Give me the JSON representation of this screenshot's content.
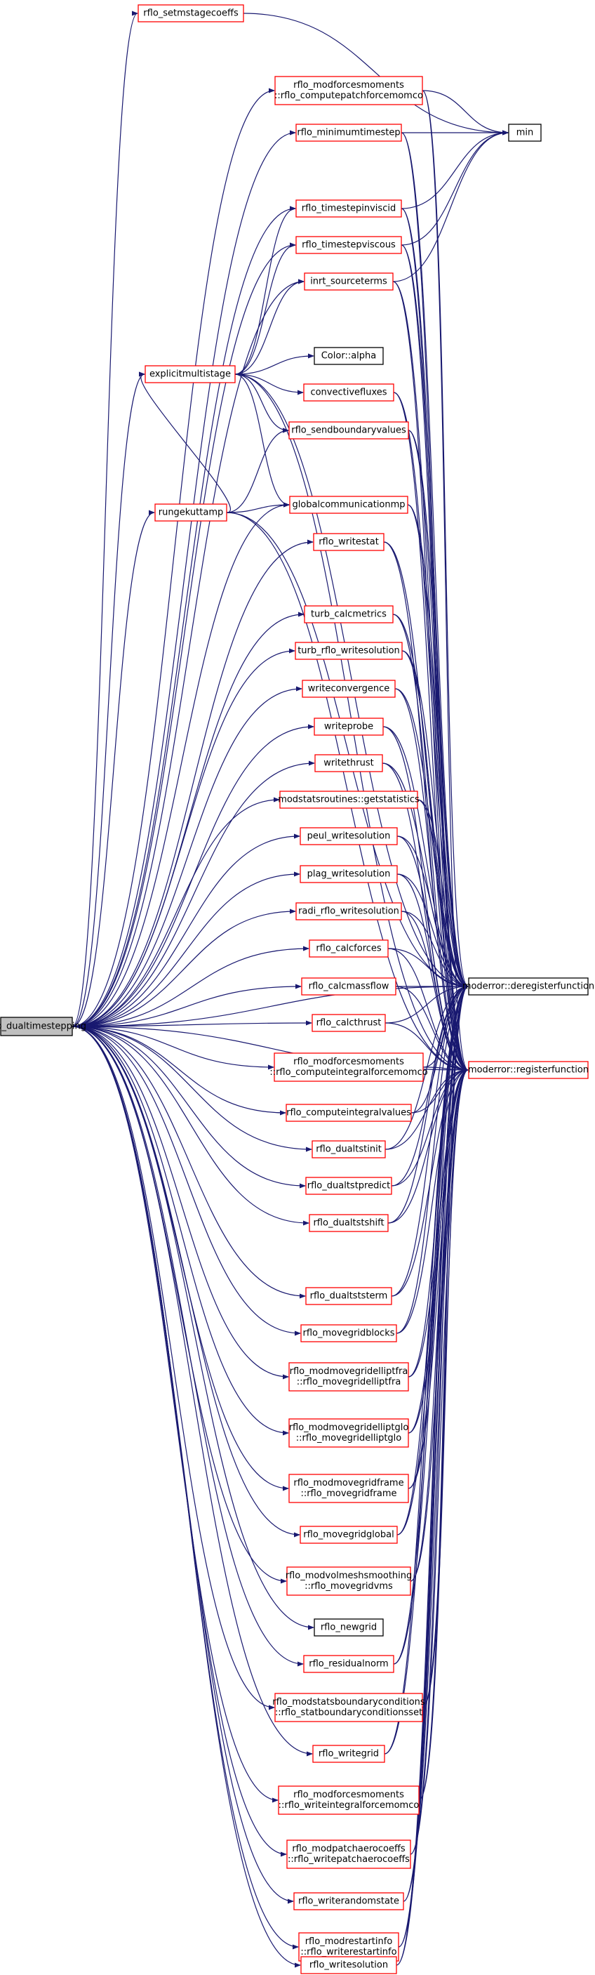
{
  "colors": {
    "edge": "#191970",
    "red_border": "#ff0000",
    "black_border": "#000000",
    "root_fill": "#bfbfbf",
    "background": "#ffffff"
  },
  "root": {
    "id": "root",
    "lines": [
      "rflo_dualtimestepping"
    ],
    "style": "root"
  },
  "nodes": [
    {
      "id": "setmstage",
      "lines": [
        "rflo_setmstagecoeffs"
      ],
      "style": "red"
    },
    {
      "id": "mfm_computepatch",
      "lines": [
        "rflo_modforcesmoments",
        "::rflo_computepatchforcemomco"
      ],
      "style": "red"
    },
    {
      "id": "minimumtimestep",
      "lines": [
        "rflo_minimumtimestep"
      ],
      "style": "red"
    },
    {
      "id": "min",
      "lines": [
        "min"
      ],
      "style": "black"
    },
    {
      "id": "timestepinviscid",
      "lines": [
        "rflo_timestepinviscid"
      ],
      "style": "red"
    },
    {
      "id": "timestepviscous",
      "lines": [
        "rflo_timestepviscous"
      ],
      "style": "red"
    },
    {
      "id": "inrt_sourceterms",
      "lines": [
        "inrt_sourceterms"
      ],
      "style": "red"
    },
    {
      "id": "explicitmultistage",
      "lines": [
        "explicitmultistage"
      ],
      "style": "red"
    },
    {
      "id": "coloralpha",
      "lines": [
        "Color::alpha"
      ],
      "style": "black"
    },
    {
      "id": "convectivefluxes",
      "lines": [
        "convectivefluxes"
      ],
      "style": "red"
    },
    {
      "id": "sendboundaryvalues",
      "lines": [
        "rflo_sendboundaryvalues"
      ],
      "style": "red"
    },
    {
      "id": "rungekuttamp",
      "lines": [
        "rungekuttamp"
      ],
      "style": "red"
    },
    {
      "id": "globalcommunicationmp",
      "lines": [
        "globalcommunicationmp"
      ],
      "style": "red"
    },
    {
      "id": "writestat",
      "lines": [
        "rflo_writestat"
      ],
      "style": "red"
    },
    {
      "id": "turb_calcmetrics",
      "lines": [
        "turb_calcmetrics"
      ],
      "style": "red"
    },
    {
      "id": "turb_rflo_writesolution",
      "lines": [
        "turb_rflo_writesolution"
      ],
      "style": "red"
    },
    {
      "id": "writeconvergence",
      "lines": [
        "writeconvergence"
      ],
      "style": "red"
    },
    {
      "id": "writeprobe",
      "lines": [
        "writeprobe"
      ],
      "style": "red"
    },
    {
      "id": "writethrust",
      "lines": [
        "writethrust"
      ],
      "style": "red"
    },
    {
      "id": "getstatistics",
      "lines": [
        "modstatsroutines::getstatistics"
      ],
      "style": "red"
    },
    {
      "id": "peul_writesolution",
      "lines": [
        "peul_writesolution"
      ],
      "style": "red"
    },
    {
      "id": "plag_writesolution",
      "lines": [
        "plag_writesolution"
      ],
      "style": "red"
    },
    {
      "id": "radi_rflo_writesolution",
      "lines": [
        "radi_rflo_writesolution"
      ],
      "style": "red"
    },
    {
      "id": "calcforces",
      "lines": [
        "rflo_calcforces"
      ],
      "style": "red"
    },
    {
      "id": "calcmassflow",
      "lines": [
        "rflo_calcmassflow"
      ],
      "style": "red"
    },
    {
      "id": "deregister",
      "lines": [
        "moderror::deregisterfunction"
      ],
      "style": "black"
    },
    {
      "id": "calcthrust",
      "lines": [
        "rflo_calcthrust"
      ],
      "style": "red"
    },
    {
      "id": "mfm_computeintegral",
      "lines": [
        "rflo_modforcesmoments",
        "::rflo_computeintegralforcemomco"
      ],
      "style": "red"
    },
    {
      "id": "register",
      "lines": [
        "moderror::registerfunction"
      ],
      "style": "red"
    },
    {
      "id": "computeintegralvalues",
      "lines": [
        "rflo_computeintegralvalues"
      ],
      "style": "red"
    },
    {
      "id": "dualtstinit",
      "lines": [
        "rflo_dualtstinit"
      ],
      "style": "red"
    },
    {
      "id": "dualtstpredict",
      "lines": [
        "rflo_dualtstpredict"
      ],
      "style": "red"
    },
    {
      "id": "dualtstshift",
      "lines": [
        "rflo_dualtstshift"
      ],
      "style": "red"
    },
    {
      "id": "dualtststerm",
      "lines": [
        "rflo_dualtststerm"
      ],
      "style": "red"
    },
    {
      "id": "movegridblocks",
      "lines": [
        "rflo_movegridblocks"
      ],
      "style": "red"
    },
    {
      "id": "mmg_elliptfra",
      "lines": [
        "rflo_modmovegridelliptfra",
        "::rflo_movegridelliptfra"
      ],
      "style": "red"
    },
    {
      "id": "mmg_elliptglo",
      "lines": [
        "rflo_modmovegridelliptglo",
        "::rflo_movegridelliptglo"
      ],
      "style": "red"
    },
    {
      "id": "mmg_frame",
      "lines": [
        "rflo_modmovegridframe",
        "::rflo_movegridframe"
      ],
      "style": "red"
    },
    {
      "id": "movegridglobal",
      "lines": [
        "rflo_movegridglobal"
      ],
      "style": "red"
    },
    {
      "id": "volmesh_smoothing",
      "lines": [
        "rflo_modvolmeshsmoothing",
        "::rflo_movegridvms"
      ],
      "style": "red"
    },
    {
      "id": "newgrid",
      "lines": [
        "rflo_newgrid"
      ],
      "style": "black"
    },
    {
      "id": "residualnorm",
      "lines": [
        "rflo_residualnorm"
      ],
      "style": "red"
    },
    {
      "id": "statboundary",
      "lines": [
        "rflo_modstatsboundaryconditions",
        "::rflo_statboundaryconditionsset"
      ],
      "style": "red"
    },
    {
      "id": "writegrid",
      "lines": [
        "rflo_writegrid"
      ],
      "style": "red"
    },
    {
      "id": "mfm_writeintegral",
      "lines": [
        "rflo_modforcesmoments",
        "::rflo_writeintegralforcemomco"
      ],
      "style": "red"
    },
    {
      "id": "patchaero",
      "lines": [
        "rflo_modpatchaerocoeffs",
        "::rflo_writepatchaerocoeffs"
      ],
      "style": "red"
    },
    {
      "id": "writerandomstate",
      "lines": [
        "rflo_writerandomstate"
      ],
      "style": "red"
    },
    {
      "id": "restartinfo",
      "lines": [
        "rflo_modrestartinfo",
        "::rflo_writerestartinfo"
      ],
      "style": "red"
    },
    {
      "id": "writesolution",
      "lines": [
        "rflo_writesolution"
      ],
      "style": "red"
    }
  ],
  "edges": [
    [
      "root",
      "setmstage"
    ],
    [
      "root",
      "mfm_computepatch"
    ],
    [
      "root",
      "minimumtimestep"
    ],
    [
      "root",
      "timestepinviscid"
    ],
    [
      "root",
      "timestepviscous"
    ],
    [
      "root",
      "inrt_sourceterms"
    ],
    [
      "root",
      "explicitmultistage"
    ],
    [
      "root",
      "rungekuttamp"
    ],
    [
      "root",
      "globalcommunicationmp"
    ],
    [
      "root",
      "writestat"
    ],
    [
      "root",
      "turb_calcmetrics"
    ],
    [
      "root",
      "turb_rflo_writesolution"
    ],
    [
      "root",
      "writeconvergence"
    ],
    [
      "root",
      "writeprobe"
    ],
    [
      "root",
      "writethrust"
    ],
    [
      "root",
      "getstatistics"
    ],
    [
      "root",
      "peul_writesolution"
    ],
    [
      "root",
      "plag_writesolution"
    ],
    [
      "root",
      "radi_rflo_writesolution"
    ],
    [
      "root",
      "calcforces"
    ],
    [
      "root",
      "calcmassflow"
    ],
    [
      "root",
      "deregister"
    ],
    [
      "root",
      "calcthrust"
    ],
    [
      "root",
      "mfm_computeintegral"
    ],
    [
      "root",
      "register"
    ],
    [
      "root",
      "computeintegralvalues"
    ],
    [
      "root",
      "dualtstinit"
    ],
    [
      "root",
      "dualtstpredict"
    ],
    [
      "root",
      "dualtstshift"
    ],
    [
      "root",
      "dualtststerm"
    ],
    [
      "root",
      "movegridblocks"
    ],
    [
      "root",
      "mmg_elliptfra"
    ],
    [
      "root",
      "mmg_elliptglo"
    ],
    [
      "root",
      "mmg_frame"
    ],
    [
      "root",
      "movegridglobal"
    ],
    [
      "root",
      "volmesh_smoothing"
    ],
    [
      "root",
      "newgrid"
    ],
    [
      "root",
      "residualnorm"
    ],
    [
      "root",
      "statboundary"
    ],
    [
      "root",
      "writegrid"
    ],
    [
      "root",
      "mfm_writeintegral"
    ],
    [
      "root",
      "patchaero"
    ],
    [
      "root",
      "writerandomstate"
    ],
    [
      "root",
      "restartinfo"
    ],
    [
      "root",
      "writesolution"
    ],
    [
      "explicitmultistage",
      "timestepinviscid"
    ],
    [
      "explicitmultistage",
      "timestepviscous"
    ],
    [
      "explicitmultistage",
      "inrt_sourceterms"
    ],
    [
      "explicitmultistage",
      "coloralpha"
    ],
    [
      "explicitmultistage",
      "convectivefluxes"
    ],
    [
      "explicitmultistage",
      "sendboundaryvalues"
    ],
    [
      "explicitmultistage",
      "globalcommunicationmp"
    ],
    [
      "explicitmultistage",
      "deregister"
    ],
    [
      "explicitmultistage",
      "register"
    ],
    [
      "rungekuttamp",
      "explicitmultistage"
    ],
    [
      "rungekuttamp",
      "globalcommunicationmp"
    ],
    [
      "rungekuttamp",
      "sendboundaryvalues"
    ],
    [
      "rungekuttamp",
      "register"
    ],
    [
      "rungekuttamp",
      "deregister"
    ],
    [
      "setmstage",
      "min"
    ],
    [
      "mfm_computepatch",
      "min"
    ],
    [
      "minimumtimestep",
      "min"
    ],
    [
      "timestepinviscid",
      "min"
    ],
    [
      "timestepviscous",
      "min"
    ],
    [
      "inrt_sourceterms",
      "min"
    ],
    [
      "mfm_computepatch",
      "deregister"
    ],
    [
      "mfm_computepatch",
      "register"
    ],
    [
      "minimumtimestep",
      "deregister"
    ],
    [
      "minimumtimestep",
      "register"
    ],
    [
      "timestepinviscid",
      "deregister"
    ],
    [
      "timestepinviscid",
      "register"
    ],
    [
      "timestepviscous",
      "deregister"
    ],
    [
      "timestepviscous",
      "register"
    ],
    [
      "inrt_sourceterms",
      "deregister"
    ],
    [
      "inrt_sourceterms",
      "register"
    ],
    [
      "convectivefluxes",
      "deregister"
    ],
    [
      "convectivefluxes",
      "register"
    ],
    [
      "sendboundaryvalues",
      "deregister"
    ],
    [
      "sendboundaryvalues",
      "register"
    ],
    [
      "globalcommunicationmp",
      "deregister"
    ],
    [
      "globalcommunicationmp",
      "register"
    ],
    [
      "writestat",
      "deregister"
    ],
    [
      "writestat",
      "register"
    ],
    [
      "turb_calcmetrics",
      "deregister"
    ],
    [
      "turb_calcmetrics",
      "register"
    ],
    [
      "turb_rflo_writesolution",
      "deregister"
    ],
    [
      "turb_rflo_writesolution",
      "register"
    ],
    [
      "writeconvergence",
      "deregister"
    ],
    [
      "writeconvergence",
      "register"
    ],
    [
      "writeprobe",
      "deregister"
    ],
    [
      "writeprobe",
      "register"
    ],
    [
      "writethrust",
      "deregister"
    ],
    [
      "writethrust",
      "register"
    ],
    [
      "getstatistics",
      "deregister"
    ],
    [
      "getstatistics",
      "register"
    ],
    [
      "peul_writesolution",
      "deregister"
    ],
    [
      "peul_writesolution",
      "register"
    ],
    [
      "plag_writesolution",
      "deregister"
    ],
    [
      "plag_writesolution",
      "register"
    ],
    [
      "radi_rflo_writesolution",
      "deregister"
    ],
    [
      "radi_rflo_writesolution",
      "register"
    ],
    [
      "calcforces",
      "deregister"
    ],
    [
      "calcforces",
      "register"
    ],
    [
      "calcmassflow",
      "deregister"
    ],
    [
      "calcmassflow",
      "register"
    ],
    [
      "calcthrust",
      "deregister"
    ],
    [
      "calcthrust",
      "register"
    ],
    [
      "mfm_computeintegral",
      "deregister"
    ],
    [
      "mfm_computeintegral",
      "register"
    ],
    [
      "computeintegralvalues",
      "deregister"
    ],
    [
      "computeintegralvalues",
      "register"
    ],
    [
      "dualtstinit",
      "deregister"
    ],
    [
      "dualtstinit",
      "register"
    ],
    [
      "dualtstpredict",
      "deregister"
    ],
    [
      "dualtstpredict",
      "register"
    ],
    [
      "dualtstshift",
      "deregister"
    ],
    [
      "dualtstshift",
      "register"
    ],
    [
      "dualtststerm",
      "deregister"
    ],
    [
      "dualtststerm",
      "register"
    ],
    [
      "movegridblocks",
      "deregister"
    ],
    [
      "movegridblocks",
      "register"
    ],
    [
      "mmg_elliptfra",
      "deregister"
    ],
    [
      "mmg_elliptfra",
      "register"
    ],
    [
      "mmg_elliptglo",
      "deregister"
    ],
    [
      "mmg_elliptglo",
      "register"
    ],
    [
      "mmg_frame",
      "deregister"
    ],
    [
      "mmg_frame",
      "register"
    ],
    [
      "movegridglobal",
      "deregister"
    ],
    [
      "movegridglobal",
      "register"
    ],
    [
      "volmesh_smoothing",
      "deregister"
    ],
    [
      "volmesh_smoothing",
      "register"
    ],
    [
      "residualnorm",
      "deregister"
    ],
    [
      "residualnorm",
      "register"
    ],
    [
      "statboundary",
      "deregister"
    ],
    [
      "statboundary",
      "register"
    ],
    [
      "writegrid",
      "deregister"
    ],
    [
      "writegrid",
      "register"
    ],
    [
      "mfm_writeintegral",
      "deregister"
    ],
    [
      "mfm_writeintegral",
      "register"
    ],
    [
      "patchaero",
      "deregister"
    ],
    [
      "patchaero",
      "register"
    ],
    [
      "writerandomstate",
      "deregister"
    ],
    [
      "writerandomstate",
      "register"
    ],
    [
      "restartinfo",
      "deregister"
    ],
    [
      "restartinfo",
      "register"
    ],
    [
      "writesolution",
      "deregister"
    ],
    [
      "writesolution",
      "register"
    ]
  ]
}
